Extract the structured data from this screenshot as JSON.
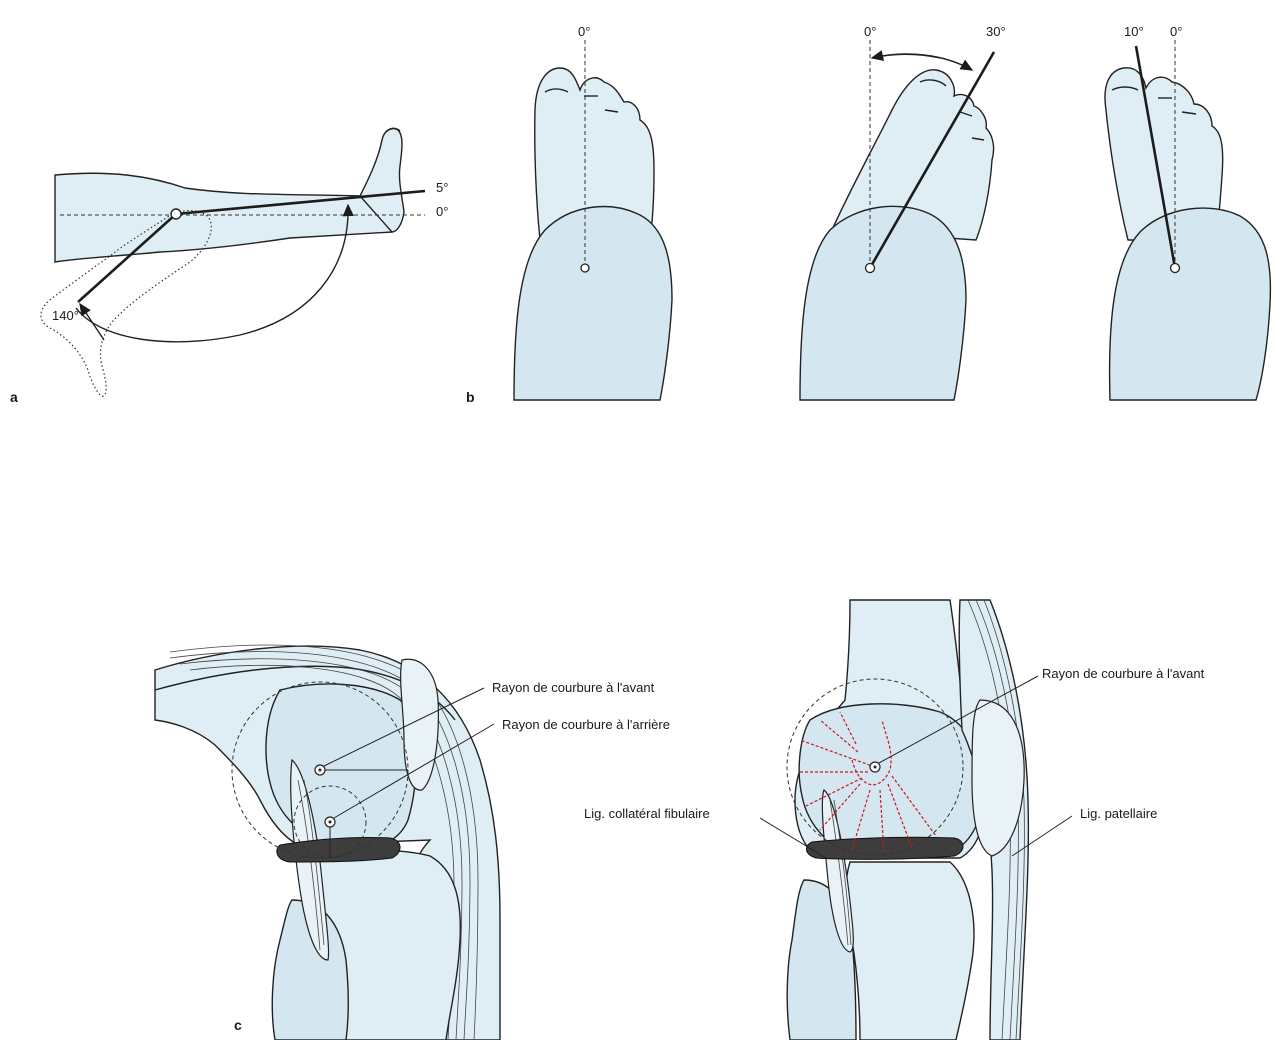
{
  "panels": {
    "a": {
      "letter": "a",
      "angle_ext": "5°",
      "angle_zero": "0°",
      "angle_flex": "140°"
    },
    "b": {
      "letter": "b",
      "foot1_zero": "0°",
      "foot2_zero": "0°",
      "foot2_angle": "30°",
      "foot3_angle": "10°",
      "foot3_zero": "0°"
    },
    "c": {
      "letter": "c",
      "left_label_front": "Rayon de courbure à l'avant",
      "left_label_back": "Rayon de courbure à l'arrière",
      "right_label_front": "Rayon de courbure à l'avant",
      "right_label_fibular": "Lig. collatéral fibulaire",
      "right_label_patellar": "Lig. patellaire"
    }
  }
}
